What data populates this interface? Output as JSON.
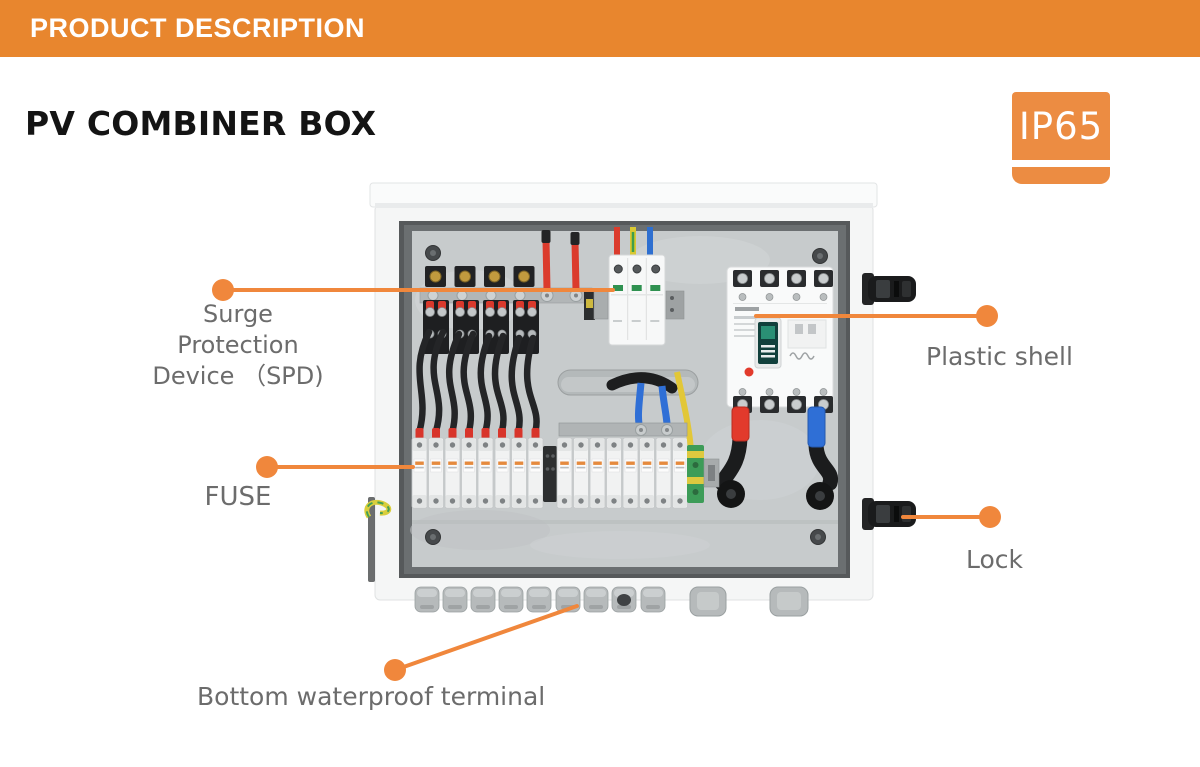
{
  "banner": {
    "title": "PRODUCT DESCRIPTION"
  },
  "product": {
    "title": "PV COMBINER BOX",
    "ip_rating": "IP65"
  },
  "annotations": {
    "spd": {
      "lines": [
        "Surge",
        "Protection",
        "Device （SPD)"
      ]
    },
    "fuse": {
      "label": "FUSE"
    },
    "plastic_shell": {
      "label": "Plastic shell"
    },
    "lock": {
      "label": "Lock"
    },
    "bottom_terminal": {
      "label": "Bottom waterproof terminal"
    }
  },
  "colors": {
    "banner_orange": "#E8862E",
    "badge_orange": "#EC8C42",
    "leader_orange": "#F0873C",
    "label_gray": "#6C6C6C",
    "title_black": "#141414"
  }
}
